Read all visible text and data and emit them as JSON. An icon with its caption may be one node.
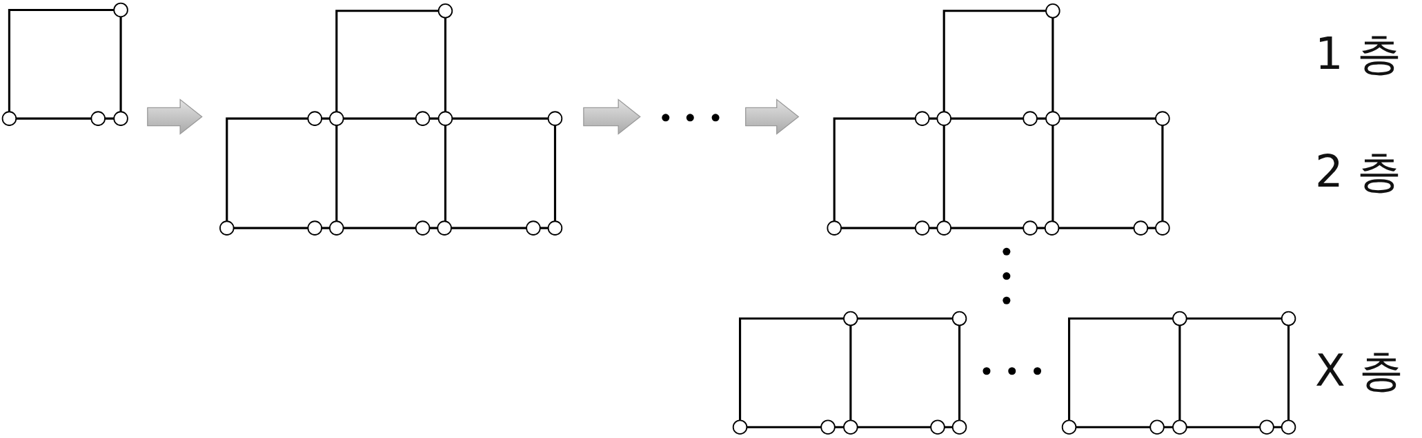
{
  "diagram": {
    "nodes": [
      {
        "text": [],
        "shape": "picture"
      },
      {
        "text": [],
        "shape": "picture"
      },
      {
        "text": [],
        "shape": "dots"
      },
      {
        "text": [],
        "shape": "picture"
      }
    ],
    "edges": [
      {
        "from": 0,
        "to": 1,
        "arrow": "to"
      },
      {
        "from": 1,
        "to": 2,
        "arrow": "to"
      },
      {
        "from": 2,
        "to": 3,
        "arrow": "to"
      }
    ],
    "labels": [
      "1 층",
      "2 층",
      "X 층"
    ]
  }
}
